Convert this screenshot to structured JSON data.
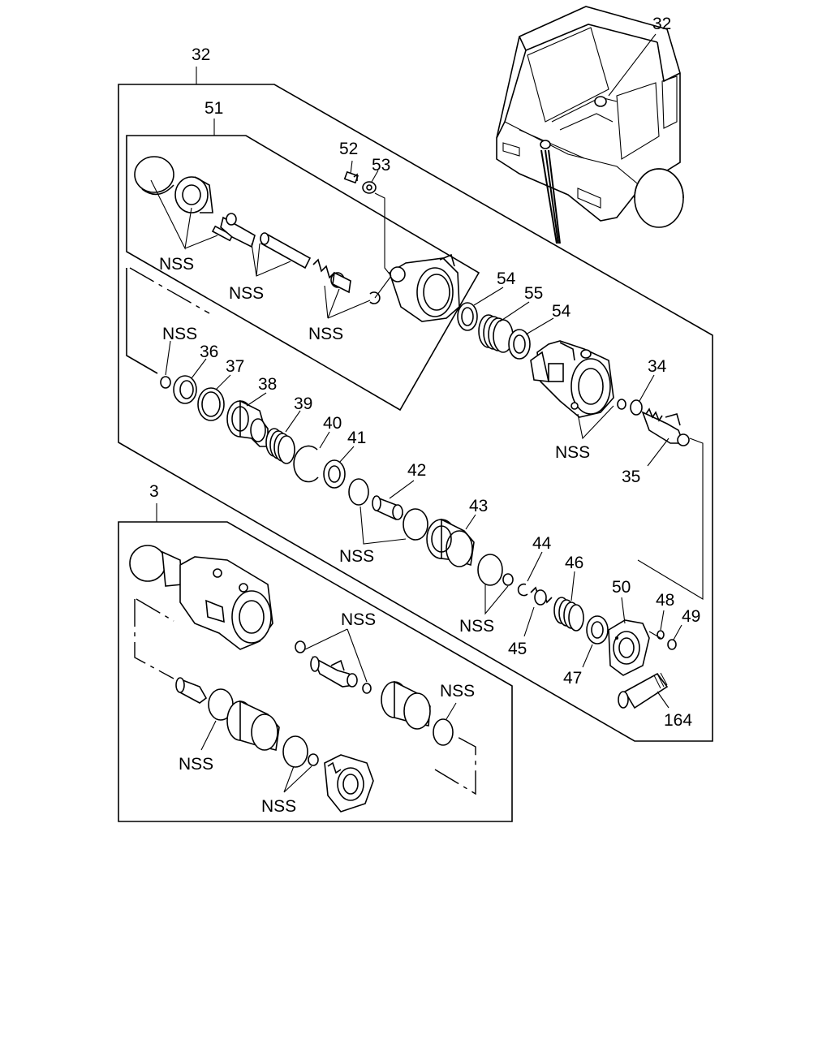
{
  "callouts": {
    "c32_main": "32",
    "c32_truck": "32",
    "c51": "51",
    "c52": "52",
    "c53": "53",
    "c54a": "54",
    "c55": "55",
    "c54b": "54",
    "c34": "34",
    "c35": "35",
    "c36": "36",
    "c37": "37",
    "c38": "38",
    "c39": "39",
    "c40": "40",
    "c41": "41",
    "c42": "42",
    "c43": "43",
    "c44": "44",
    "c45": "45",
    "c46": "46",
    "c47": "47",
    "c48": "48",
    "c49": "49",
    "c50": "50",
    "c164": "164",
    "c3": "3"
  },
  "nss_label": "NSS",
  "icons": [
    "truck-cab-icon",
    "spring-icon",
    "o-ring-icon",
    "housing-icon",
    "knob-icon",
    "tube-icon"
  ]
}
